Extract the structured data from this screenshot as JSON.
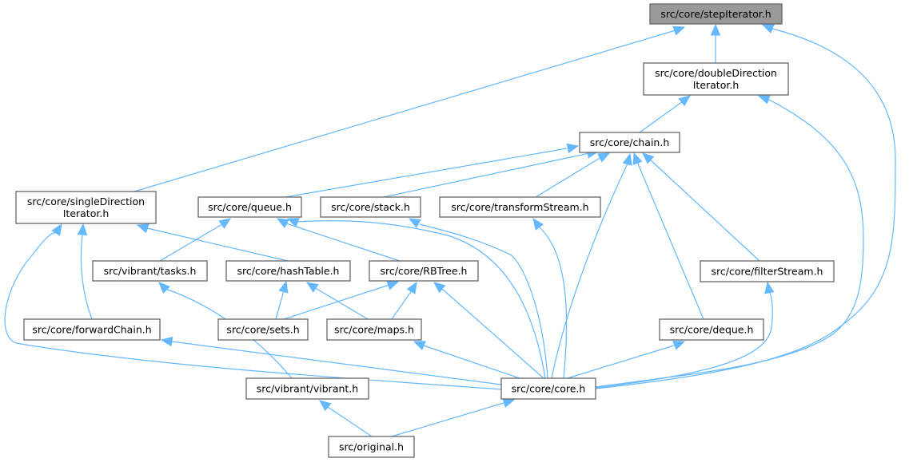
{
  "title": "Include dependency graph",
  "colors": {
    "edge": "#63b8ff",
    "node_border": "#666666",
    "root_fill": "#999999",
    "node_fill": "#ffffff"
  },
  "nodes": [
    {
      "id": "stepIterator",
      "lines": [
        "src/core/stepIterator.h"
      ],
      "root": true
    },
    {
      "id": "doubleDirectionIterator",
      "lines": [
        "src/core/doubleDirection",
        "Iterator.h"
      ]
    },
    {
      "id": "chain",
      "lines": [
        "src/core/chain.h"
      ]
    },
    {
      "id": "singleDirectionIterator",
      "lines": [
        "src/core/singleDirection",
        "Iterator.h"
      ]
    },
    {
      "id": "queue",
      "lines": [
        "src/core/queue.h"
      ]
    },
    {
      "id": "stack",
      "lines": [
        "src/core/stack.h"
      ]
    },
    {
      "id": "transformStream",
      "lines": [
        "src/core/transformStream.h"
      ]
    },
    {
      "id": "tasks",
      "lines": [
        "src/vibrant/tasks.h"
      ]
    },
    {
      "id": "hashTable",
      "lines": [
        "src/core/hashTable.h"
      ]
    },
    {
      "id": "RBTree",
      "lines": [
        "src/core/RBTree.h"
      ]
    },
    {
      "id": "filterStream",
      "lines": [
        "src/core/filterStream.h"
      ]
    },
    {
      "id": "forwardChain",
      "lines": [
        "src/core/forwardChain.h"
      ]
    },
    {
      "id": "sets",
      "lines": [
        "src/core/sets.h"
      ]
    },
    {
      "id": "maps",
      "lines": [
        "src/core/maps.h"
      ]
    },
    {
      "id": "deque",
      "lines": [
        "src/core/deque.h"
      ]
    },
    {
      "id": "vibrant",
      "lines": [
        "src/vibrant/vibrant.h"
      ]
    },
    {
      "id": "core",
      "lines": [
        "src/core/core.h"
      ]
    },
    {
      "id": "original",
      "lines": [
        "src/original.h"
      ]
    }
  ],
  "edges": [
    {
      "from": "doubleDirectionIterator",
      "to": "stepIterator"
    },
    {
      "from": "singleDirectionIterator",
      "to": "stepIterator"
    },
    {
      "from": "core",
      "to": "stepIterator"
    },
    {
      "from": "chain",
      "to": "doubleDirectionIterator"
    },
    {
      "from": "core",
      "to": "doubleDirectionIterator"
    },
    {
      "from": "queue",
      "to": "chain"
    },
    {
      "from": "stack",
      "to": "chain"
    },
    {
      "from": "transformStream",
      "to": "chain"
    },
    {
      "from": "filterStream",
      "to": "chain"
    },
    {
      "from": "deque",
      "to": "chain"
    },
    {
      "from": "core",
      "to": "chain"
    },
    {
      "from": "forwardChain",
      "to": "singleDirectionIterator"
    },
    {
      "from": "hashTable",
      "to": "singleDirectionIterator"
    },
    {
      "from": "core",
      "to": "singleDirectionIterator"
    },
    {
      "from": "tasks",
      "to": "queue"
    },
    {
      "from": "RBTree",
      "to": "queue"
    },
    {
      "from": "core",
      "to": "queue"
    },
    {
      "from": "core",
      "to": "stack"
    },
    {
      "from": "core",
      "to": "transformStream"
    },
    {
      "from": "vibrant",
      "to": "tasks"
    },
    {
      "from": "sets",
      "to": "hashTable"
    },
    {
      "from": "maps",
      "to": "hashTable"
    },
    {
      "from": "sets",
      "to": "RBTree"
    },
    {
      "from": "maps",
      "to": "RBTree"
    },
    {
      "from": "core",
      "to": "RBTree"
    },
    {
      "from": "core",
      "to": "filterStream"
    },
    {
      "from": "core",
      "to": "forwardChain"
    },
    {
      "from": "core",
      "to": "maps"
    },
    {
      "from": "core",
      "to": "deque"
    },
    {
      "from": "original",
      "to": "vibrant"
    },
    {
      "from": "original",
      "to": "core"
    }
  ]
}
